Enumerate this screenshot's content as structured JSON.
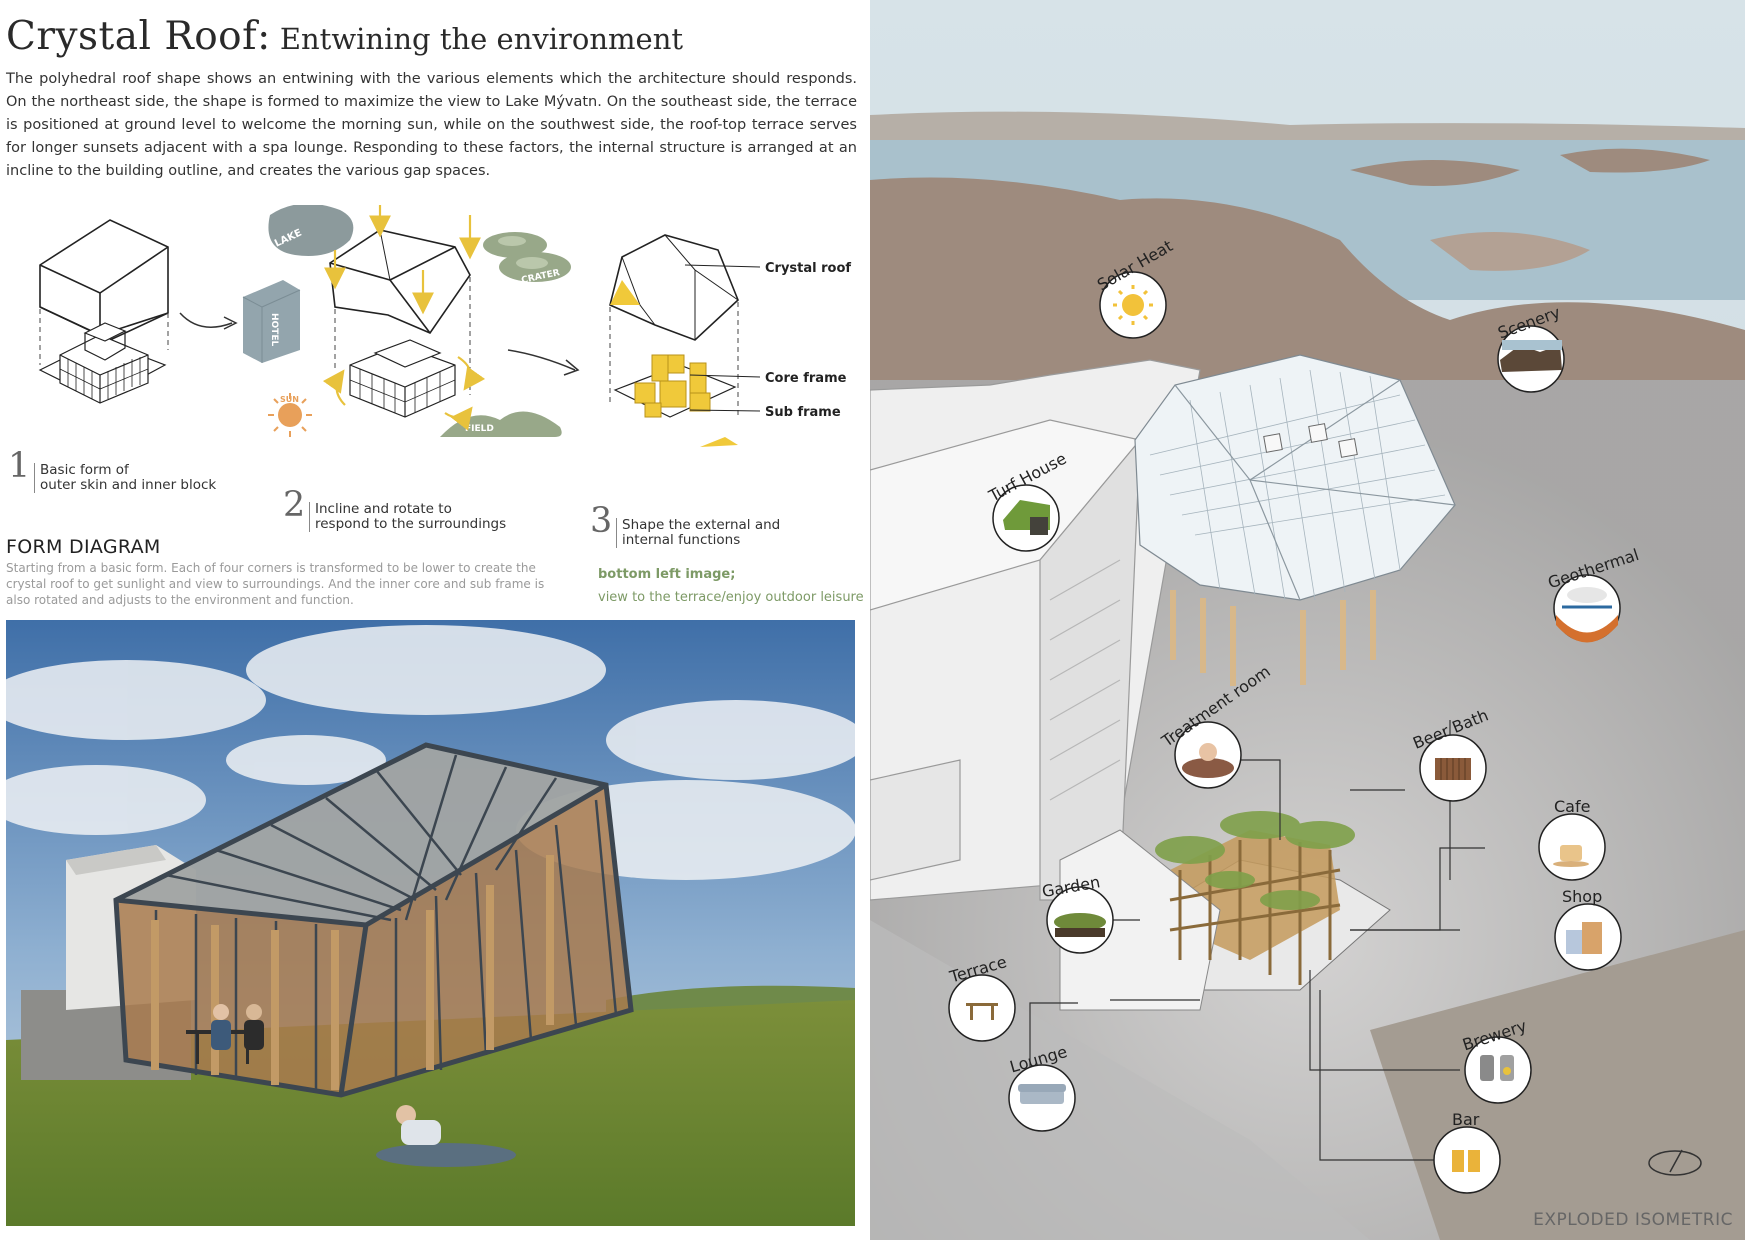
{
  "title": {
    "main": "Crystal Roof:",
    "sub": "Entwining the environment"
  },
  "intro": "The polyhedral roof shape shows an entwining with the various elements which the architecture should responds. On the northeast side, the shape is formed to maximize the view to Lake Mývatn. On the southeast side, the terrace is positioned at ground level to welcome the morning sun, while on the southwest side, the roof-top terrace serves for longer sunsets adjacent with a spa lounge. Responding to these factors, the internal structure is arranged at an incline to the building outline, and creates the various gap spaces.",
  "diagram": {
    "steps": [
      {
        "num": "1",
        "line1": "Basic form of",
        "line2": "outer skin and inner block"
      },
      {
        "num": "2",
        "line1": "Incline and rotate to",
        "line2": "respond to the surroundings"
      },
      {
        "num": "3",
        "line1": "Shape the external and",
        "line2": "internal functions"
      }
    ],
    "context_labels": {
      "lake": "LAKE",
      "hotel": "HOTEL",
      "crater": "CRATER",
      "sun": "SUN",
      "field": "FIELD"
    },
    "callouts": {
      "crystal_roof": "Crystal roof",
      "core_frame": "Core frame",
      "sub_frame": "Sub frame"
    },
    "colors": {
      "yellow": "#f0c93a",
      "arrow_yellow": "#e8c23c",
      "hotel_grey": "#93a5ad",
      "lake_grey": "#8c9a9c",
      "crater_green": "#98a889",
      "sun_orange": "#e8a05a"
    }
  },
  "form_diagram": {
    "heading": "FORM DIAGRAM",
    "description": "Starting from a basic form. Each of four corners is transformed to be lower to create the crystal roof to get sunlight and view to surroundings. And the inner core and sub frame is also rotated and adjusts to the environment and function."
  },
  "note": {
    "line1": "bottom left image;",
    "line2": "view to the terrace/enjoy outdoor leisure",
    "color": "#7d9a66"
  },
  "isometric": {
    "labels": {
      "solar_heat": "Solar Heat",
      "scenery": "Scenery",
      "turf_house": "Turf House",
      "geothermal": "Geothermal",
      "treatment_room": "Treatment room",
      "beer_bath": "Beer Bath",
      "cafe": "Cafe",
      "shop": "Shop",
      "garden": "Garden",
      "terrace": "Terrace",
      "lounge": "Lounge",
      "brewery": "Brewery",
      "bar": "Bar"
    },
    "caption": "EXPLODED ISOMETRIC"
  }
}
